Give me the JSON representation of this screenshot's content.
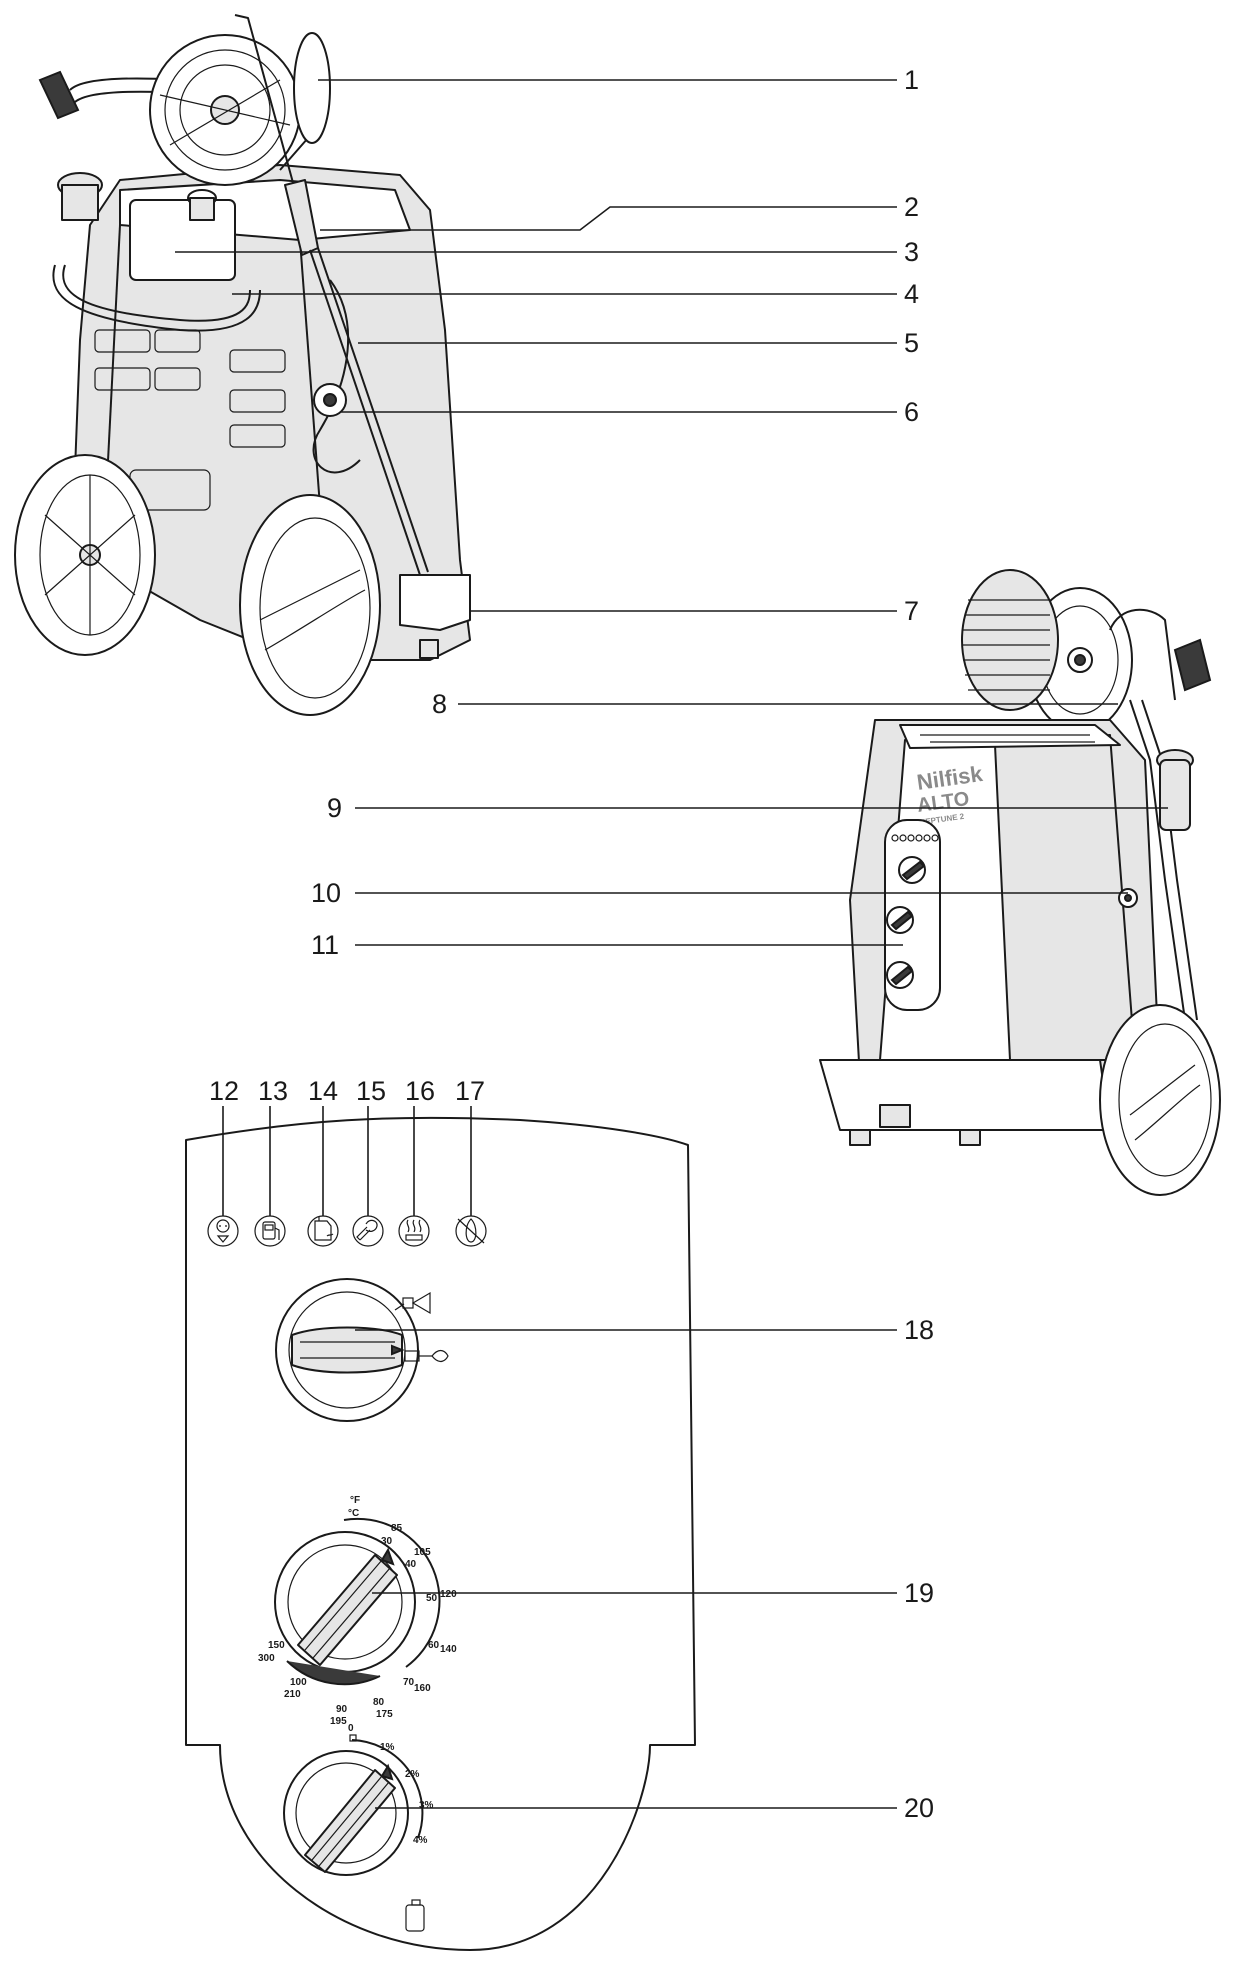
{
  "callouts": [
    {
      "id": "1",
      "label": "1"
    },
    {
      "id": "2",
      "label": "2"
    },
    {
      "id": "3",
      "label": "3"
    },
    {
      "id": "4",
      "label": "4"
    },
    {
      "id": "5",
      "label": "5"
    },
    {
      "id": "6",
      "label": "6"
    },
    {
      "id": "7",
      "label": "7"
    },
    {
      "id": "8",
      "label": "8"
    },
    {
      "id": "9",
      "label": "9"
    },
    {
      "id": "10",
      "label": "10"
    },
    {
      "id": "11",
      "label": "11"
    },
    {
      "id": "12",
      "label": "12"
    },
    {
      "id": "13",
      "label": "13"
    },
    {
      "id": "14",
      "label": "14"
    },
    {
      "id": "15",
      "label": "15"
    },
    {
      "id": "16",
      "label": "16"
    },
    {
      "id": "17",
      "label": "17"
    },
    {
      "id": "18",
      "label": "18"
    },
    {
      "id": "19",
      "label": "19"
    },
    {
      "id": "20",
      "label": "20"
    }
  ],
  "machine_branding": {
    "brand": "Nilfisk",
    "sub": "ALTO",
    "model": "NEPTUNE 2"
  },
  "indicator_icons": [
    "motor-icon",
    "fuel-icon",
    "detergent-icon",
    "service-icon",
    "heating-icon",
    "no-flame-icon"
  ],
  "temperature_dial": {
    "unit_f": "°F",
    "unit_c": "°C",
    "marks": [
      {
        "c": "30",
        "f": "85"
      },
      {
        "c": "40",
        "f": "105"
      },
      {
        "c": "50",
        "f": "120"
      },
      {
        "c": "60",
        "f": "140"
      },
      {
        "c": "70",
        "f": "160"
      },
      {
        "c": "80",
        "f": "175"
      },
      {
        "c": "90",
        "f": "195"
      },
      {
        "c": "100",
        "f": "210"
      },
      {
        "c": "150",
        "f": "300"
      }
    ]
  },
  "detergent_dial": {
    "marks": [
      "0",
      "1%",
      "2%",
      "3%",
      "4%"
    ]
  },
  "colors": {
    "ink": "#1a1a1a",
    "panel": "#ffffff",
    "shade": "#e6e6e6"
  }
}
